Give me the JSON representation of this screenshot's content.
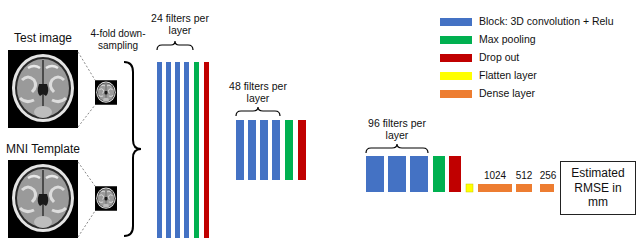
{
  "diagram": {
    "nodes": [
      {
        "text": [
          "Estimated RMSE in mm"
        ]
      }
    ],
    "labels": [
      "Test image",
      "4-fold down-sampling",
      "MNI Template",
      "24 filters per layer",
      "48 filters per layer",
      "96 filters per layer",
      "1024",
      "512",
      "256"
    ],
    "legend": [
      {
        "text": "Block: 3D convolution + Relu",
        "color": "#4472c4"
      },
      {
        "text": "Max pooling",
        "color": "#00b050"
      },
      {
        "text": "Drop out",
        "color": "#c00000"
      },
      {
        "text": "Flatten layer",
        "color": "#ffff00"
      },
      {
        "text": "Dense layer",
        "color": "#ed7d31"
      }
    ]
  }
}
